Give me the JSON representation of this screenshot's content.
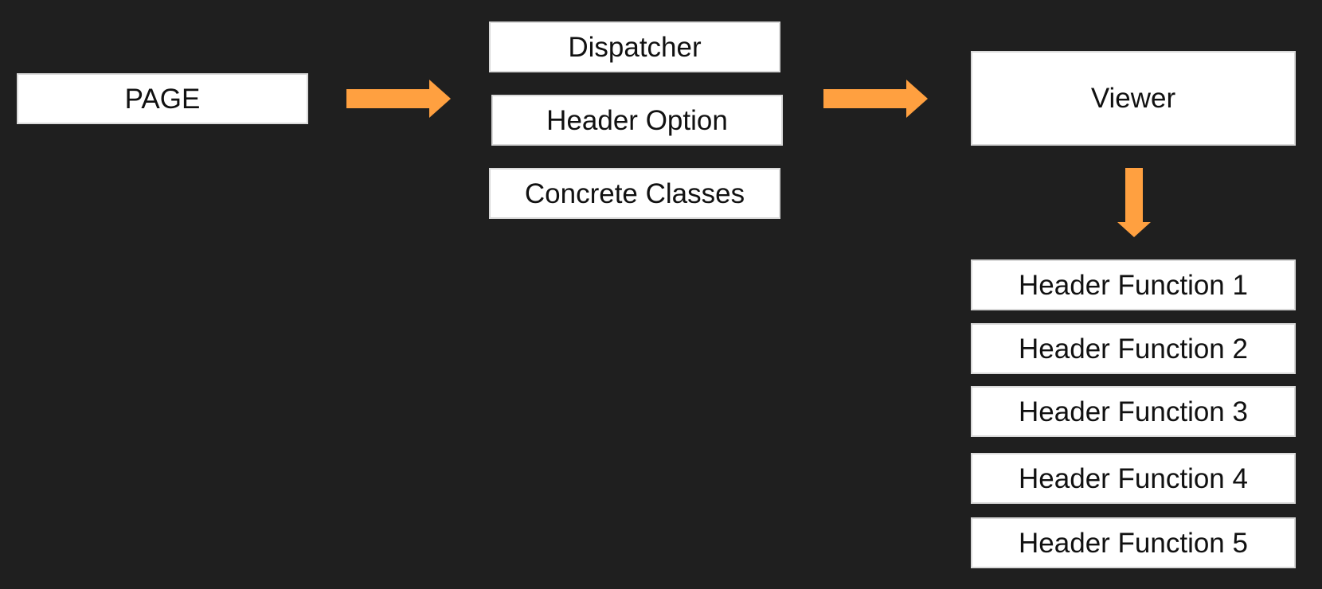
{
  "colors": {
    "background": "#1f1f1f",
    "box_fill": "#ffffff",
    "box_border": "#d9d9d9",
    "text": "#111111",
    "arrow": "#ffa040"
  },
  "nodes": {
    "page": "PAGE",
    "dispatcher": "Dispatcher",
    "header_option": "Header Option",
    "concrete_classes": "Concrete Classes",
    "viewer": "Viewer",
    "header_functions": [
      "Header Function 1",
      "Header Function 2",
      "Header Function 3",
      "Header Function 4",
      "Header Function 5"
    ]
  },
  "edges": [
    {
      "from": "page",
      "to": "dispatcher",
      "direction": "right"
    },
    {
      "from": "dispatcher",
      "to": "viewer",
      "direction": "right"
    },
    {
      "from": "viewer",
      "to": "header_functions",
      "direction": "down"
    }
  ]
}
